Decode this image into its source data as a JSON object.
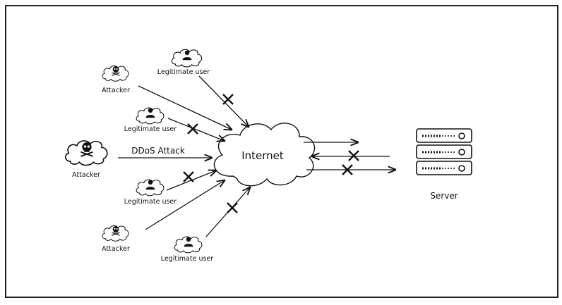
{
  "diagram": {
    "center_label": "Internet",
    "server_label": "Server",
    "attack_label": "DDoS Attack",
    "nodes": [
      {
        "id": "attacker-top",
        "role": "attacker",
        "label": "Attacker"
      },
      {
        "id": "legit-top",
        "role": "legitimate",
        "label": "Legitimate user"
      },
      {
        "id": "legit-upper",
        "role": "legitimate",
        "label": "Legitimate user"
      },
      {
        "id": "attacker-main",
        "role": "attacker",
        "label": "Attacker"
      },
      {
        "id": "legit-lower",
        "role": "legitimate",
        "label": "Legitimate user"
      },
      {
        "id": "attacker-bottom",
        "role": "attacker",
        "label": "Attacker"
      },
      {
        "id": "legit-bottom",
        "role": "legitimate",
        "label": "Legitimate user"
      }
    ],
    "links": [
      {
        "from": "attacker-top",
        "to": "internet",
        "blocked": false
      },
      {
        "from": "legit-top",
        "to": "internet",
        "blocked": true
      },
      {
        "from": "legit-upper",
        "to": "internet",
        "blocked": true
      },
      {
        "from": "attacker-main",
        "to": "internet",
        "blocked": false,
        "label": "DDoS Attack"
      },
      {
        "from": "legit-lower",
        "to": "internet",
        "blocked": true
      },
      {
        "from": "attacker-bottom",
        "to": "internet",
        "blocked": false
      },
      {
        "from": "legit-bottom",
        "to": "internet",
        "blocked": true
      },
      {
        "from": "internet",
        "to": "server",
        "blocked": false
      },
      {
        "from": "server",
        "to": "internet",
        "blocked": true
      },
      {
        "from": "internet",
        "to": "server",
        "blocked": true
      }
    ]
  }
}
